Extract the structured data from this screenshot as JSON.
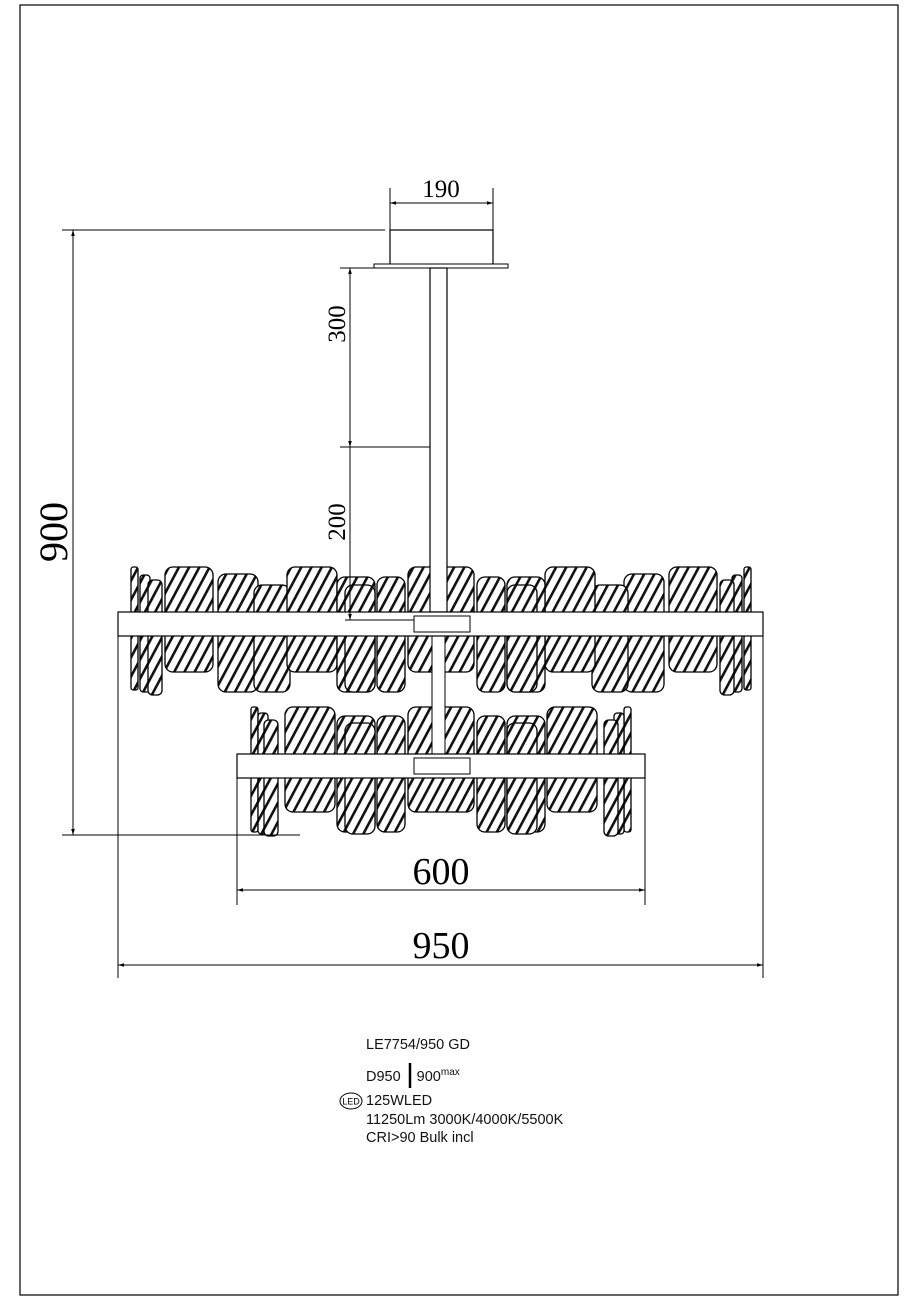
{
  "drawing": {
    "dimensions": {
      "canopy_width": "190",
      "total_height": "900",
      "rod_upper": "300",
      "rod_lower": "200",
      "lower_diameter": "600",
      "upper_diameter": "950"
    }
  },
  "specs": {
    "model": "LE7754/950 GD",
    "diameter": "D950",
    "height": "900",
    "height_suffix": "max",
    "led_badge": "LED",
    "power": "125WLED",
    "lumens_cct": "11250Lm  3000K/4000K/5500K",
    "cri_bulb": "CRI>90  Bulk  incl"
  }
}
